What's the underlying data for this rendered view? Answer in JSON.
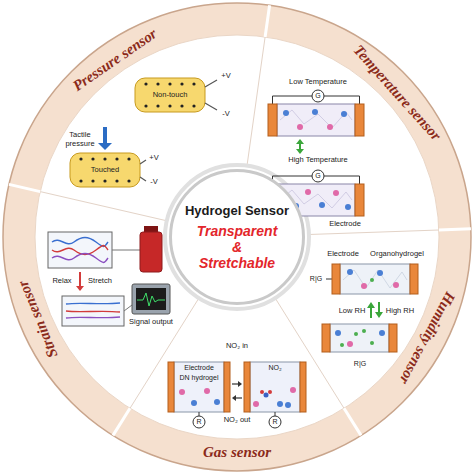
{
  "diagram": {
    "nodes": [
      {
        "text": [
          "Hydrogel Sensor",
          "Transparent & Stretchable"
        ]
      },
      {
        "text": [
          "Pressure sensor"
        ]
      },
      {
        "text": [
          "Temperature sensor"
        ]
      },
      {
        "text": [
          "Humidity sensor"
        ]
      },
      {
        "text": [
          "Gas sensor"
        ]
      },
      {
        "text": [
          "Strain sensor"
        ]
      }
    ],
    "labels": [
      "Non-touch",
      "+V",
      "-V",
      "Tactile pressure",
      "Touched",
      "+V",
      "-V",
      "Low Temperature",
      "G",
      "High Temperature",
      "G",
      "Electrode",
      "Electrode",
      "Organohydrogel",
      "R|G",
      "Low RH",
      "High RH",
      "R|G",
      "NO₂ in",
      "Electrode",
      "DN hydrogel",
      "NO₂",
      "NO₂ out",
      "R",
      "R",
      "Relax",
      "Stretch",
      "Signal output"
    ]
  }
}
